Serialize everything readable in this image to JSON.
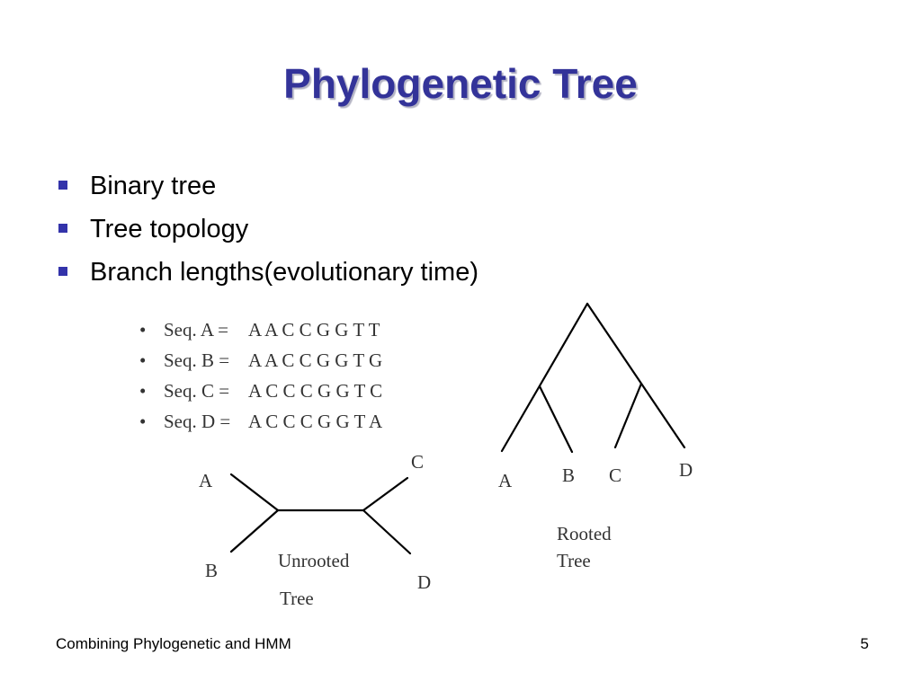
{
  "slide": {
    "title": "Phylogenetic Tree",
    "bullets": [
      {
        "text": "Binary tree"
      },
      {
        "text": "Tree topology"
      },
      {
        "text": "Branch lengths(evolutionary time)"
      }
    ],
    "sequences": [
      {
        "bullet": "•",
        "name": "Seq. A =",
        "value": "A A C C G G T T"
      },
      {
        "bullet": "•",
        "name": "Seq. B =",
        "value": "A A C C G G T G"
      },
      {
        "bullet": "•",
        "name": "Seq. C =",
        "value": "A C C C G G T C"
      },
      {
        "bullet": "•",
        "name": "Seq. D =",
        "value": "A C C C G G T A"
      }
    ],
    "unrooted_tree": {
      "labels": {
        "a": "A",
        "b": "B",
        "c": "C",
        "d": "D"
      },
      "caption_line1": "Unrooted",
      "caption_line2": "Tree"
    },
    "rooted_tree": {
      "labels": {
        "a": "A",
        "b": "B",
        "c": "C",
        "d": "D"
      },
      "caption_line1": "Rooted",
      "caption_line2": "Tree"
    },
    "footer": {
      "text": "Combining Phylogenetic and HMM",
      "page_number": "5"
    }
  },
  "colors": {
    "title": "#333399",
    "bullet_marker": "#3333aa",
    "diagram_line": "#000000",
    "diagram_text": "#333333"
  }
}
